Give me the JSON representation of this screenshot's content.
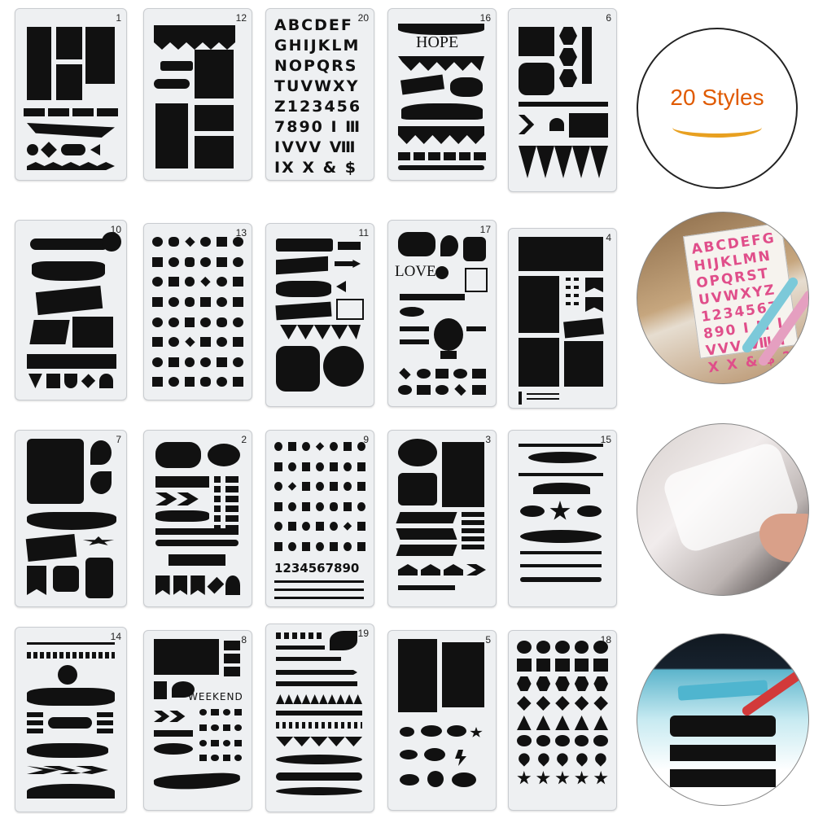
{
  "badge": {
    "text": "20 Styles",
    "accent": "#e05a00",
    "swoosh": "#e8a020"
  },
  "stencils": [
    {
      "num": "1"
    },
    {
      "num": "12"
    },
    {
      "num": "20"
    },
    {
      "num": "16"
    },
    {
      "num": "6"
    },
    {
      "num": "10"
    },
    {
      "num": "13"
    },
    {
      "num": "11"
    },
    {
      "num": "17"
    },
    {
      "num": "4"
    },
    {
      "num": "7"
    },
    {
      "num": "2"
    },
    {
      "num": "9"
    },
    {
      "num": "3"
    },
    {
      "num": "15"
    },
    {
      "num": "14"
    },
    {
      "num": "8"
    },
    {
      "num": "19"
    },
    {
      "num": "5"
    },
    {
      "num": "18"
    }
  ],
  "words": {
    "alphabet": "ABCDEFGHIJKLMNOPQRSTUVWXYZ1234567890 I Ⅲ IVVV Ⅷ IX X & $ ?",
    "hope": "HOPE",
    "love": "LOVE",
    "weekend": "WEEKEND",
    "digits": "1234567890"
  },
  "photos": [
    {
      "name": "alphabet-stencil-with-markers-photo"
    },
    {
      "name": "stencil-in-hand-photo"
    },
    {
      "name": "drawing-banner-with-stencil-photo"
    }
  ]
}
